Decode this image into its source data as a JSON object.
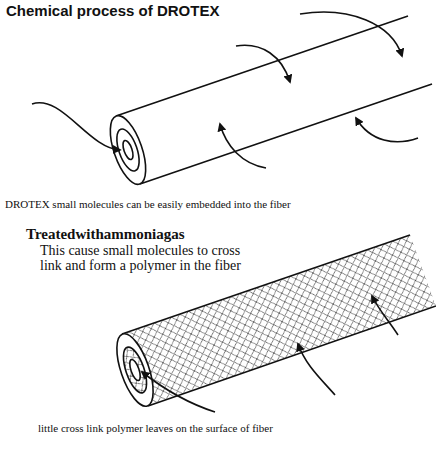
{
  "diagram": {
    "title": "Chemical process of DROTEX",
    "labels": [
      "DROTEX small molecules can be easily embedded into the fiber",
      "Treatedwithammoniagas",
      "This cause small molecules to cross link and form a polymer in the fiber",
      "little cross link polymer leaves on the surface of fiber"
    ]
  }
}
